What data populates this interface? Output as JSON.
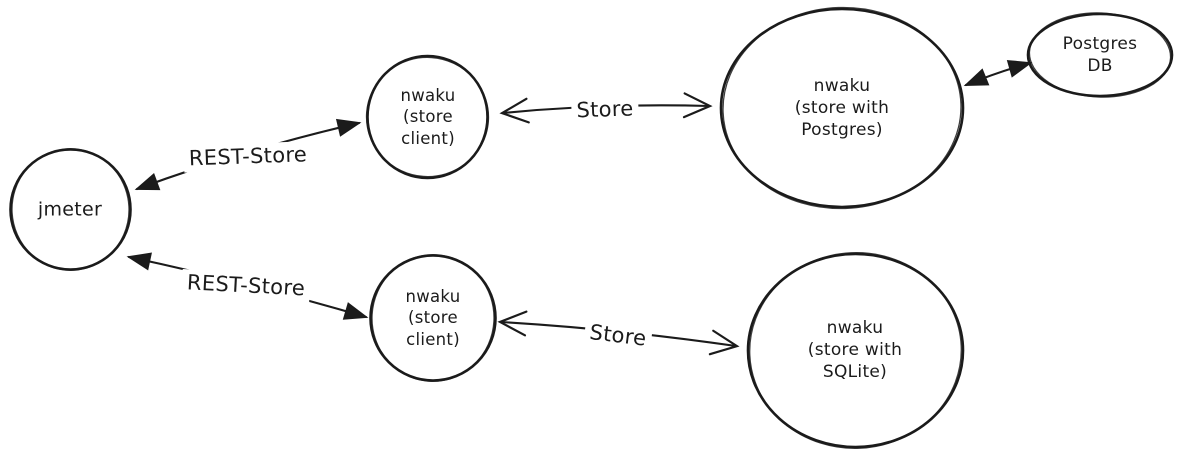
{
  "diagram": {
    "background_color": "#ffffff",
    "stroke_color": "#1b1b1b",
    "nodes": [
      {
        "id": "jmeter",
        "shape": "circle",
        "label": "jmeter"
      },
      {
        "id": "nwaku-store-client-top",
        "shape": "circle",
        "label": "nwaku\n(store\nclient)"
      },
      {
        "id": "nwaku-store-postgres",
        "shape": "ellipse",
        "label": "nwaku\n(store with\nPostgres)"
      },
      {
        "id": "postgres-db",
        "shape": "ellipse",
        "label": "Postgres\nDB"
      },
      {
        "id": "nwaku-store-client-bottom",
        "shape": "circle",
        "label": "nwaku\n(store\nclient)"
      },
      {
        "id": "nwaku-store-sqlite",
        "shape": "circle",
        "label": "nwaku\n(store with\nSQLite)"
      }
    ],
    "edges": [
      {
        "id": "rest-store-top",
        "from": "jmeter",
        "to": "nwaku-store-client-top",
        "label": "REST-Store",
        "arrowheads": "filled-both-ends"
      },
      {
        "id": "rest-store-bottom",
        "from": "jmeter",
        "to": "nwaku-store-client-bottom",
        "label": "REST-Store",
        "arrowheads": "filled-both-ends"
      },
      {
        "id": "store-top",
        "from": "nwaku-store-client-top",
        "to": "nwaku-store-postgres",
        "label": "Store",
        "arrowheads": "open-both-ends"
      },
      {
        "id": "store-bottom",
        "from": "nwaku-store-client-bottom",
        "to": "nwaku-store-sqlite",
        "label": "Store",
        "arrowheads": "open-both-ends"
      },
      {
        "id": "postgres-link",
        "from": "nwaku-store-postgres",
        "to": "postgres-db",
        "label": "",
        "arrowheads": "filled-both-ends"
      }
    ]
  }
}
